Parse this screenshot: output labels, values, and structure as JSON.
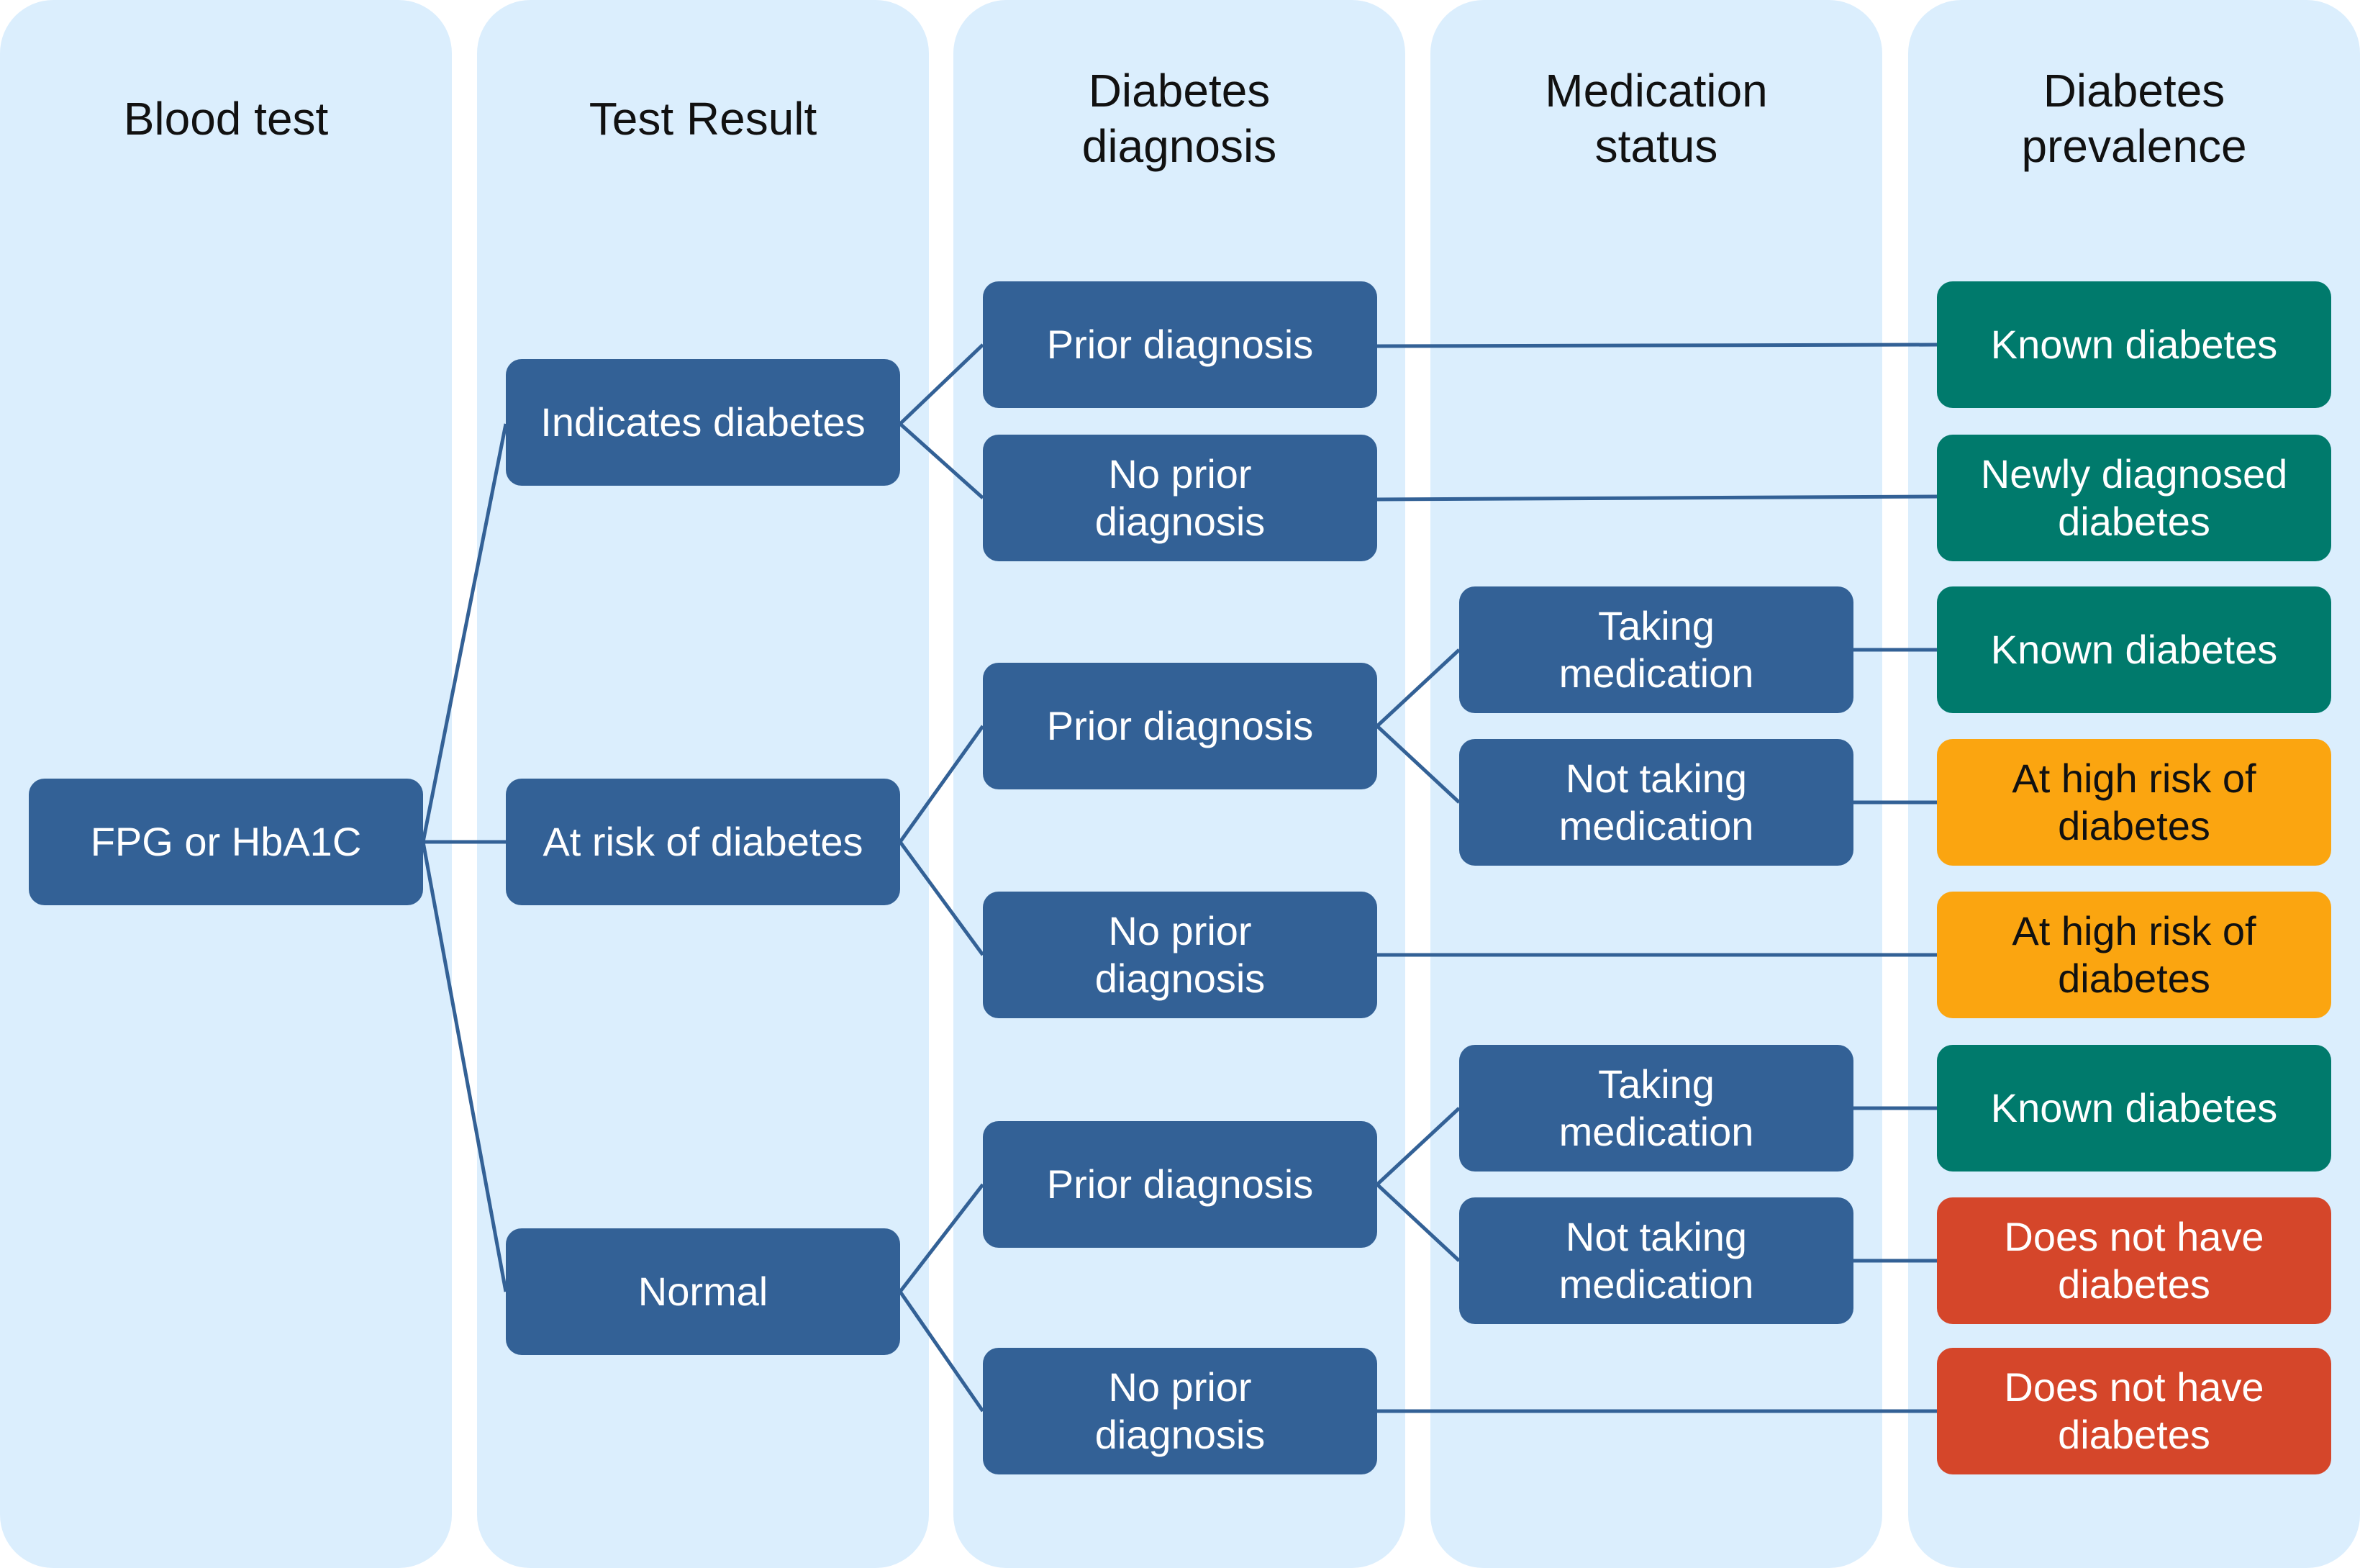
{
  "colors": {
    "column_bg": "#dbeefd",
    "node_blue": "#336196",
    "known": "#007a6c",
    "at_risk": "#fba510",
    "no_diabetes": "#d5462a",
    "line": "#336196"
  },
  "columns": [
    {
      "header": "Blood test"
    },
    {
      "header": "Test Result"
    },
    {
      "header": "Diabetes\ndiagnosis"
    },
    {
      "header": "Medication\nstatus"
    },
    {
      "header": "Diabetes\nprevalence"
    }
  ],
  "nodes": {
    "blood_test": "FPG or HbA1C",
    "result_indicates": "Indicates diabetes",
    "result_at_risk": "At risk of diabetes",
    "result_normal": "Normal",
    "diag_1": "Prior diagnosis",
    "diag_2": "No prior\ndiagnosis",
    "diag_3": "Prior diagnosis",
    "diag_4": "No prior\ndiagnosis",
    "diag_5": "Prior diagnosis",
    "diag_6": "No prior\ndiagnosis",
    "med_1": "Taking\nmedication",
    "med_2": "Not taking\nmedication",
    "med_3": "Taking\nmedication",
    "med_4": "Not taking\nmedication",
    "prev_1": "Known diabetes",
    "prev_2": "Newly diagnosed\ndiabetes",
    "prev_3": "Known diabetes",
    "prev_4": "At high risk of\ndiabetes",
    "prev_5": "At high risk of\ndiabetes",
    "prev_6": "Known diabetes",
    "prev_7": "Does not have\ndiabetes",
    "prev_8": "Does not have\ndiabetes"
  }
}
